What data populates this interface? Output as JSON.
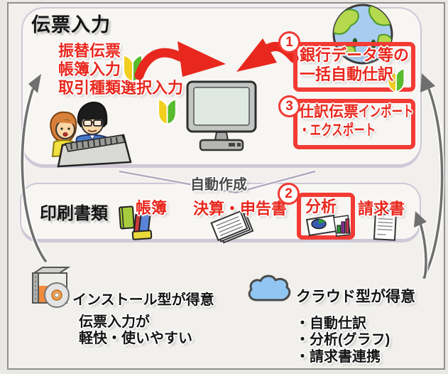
{
  "header": {
    "title": "伝票入力"
  },
  "manual_input": {
    "lines": [
      "振替伝票",
      "帳簿入力",
      "取引種類選択入力"
    ]
  },
  "auto_boxes": {
    "box1": {
      "number": "1",
      "line1": "銀行データ等の",
      "line2": "一括自動仕訳"
    },
    "box3": {
      "number": "3",
      "line1_main": "仕訳伝票",
      "line1_kata": "インポート",
      "line2": "・エクスポート"
    }
  },
  "funnel": {
    "label": "自動作成"
  },
  "print_row": {
    "heading": "印刷書類",
    "analysis_number": "2",
    "items": {
      "books": "帳簿",
      "statements": "決算・申告書",
      "analysis": "分析",
      "invoice": "請求書"
    }
  },
  "notes": {
    "install": {
      "heading": "インストール型が得意",
      "lines": [
        "伝票入力が",
        "軽快・使いやすい"
      ]
    },
    "cloud": {
      "heading": "クラウド型が得意",
      "bullets": [
        "・自動仕訳",
        "・分析(グラフ)",
        "・請求書連携"
      ]
    }
  },
  "colors": {
    "red_text": "#e8281e",
    "red_box_border": "#f23b34",
    "gray_arrow": "#6f6f6f",
    "container_border": "#cdc8d6",
    "cloud_blue": "#92c6f2",
    "wakaba_yellow": "#f2cf1e",
    "wakaba_green": "#58bc2e"
  },
  "icons": {
    "globe": "globe-face-icon",
    "beginner_mark": "wakaba-beginner-icon",
    "users": "two-users-keyboard-icon",
    "computer": "desktop-monitor-icon",
    "books": "ledger-books-icon",
    "documents": "report-documents-icon",
    "chart": "pie-bar-chart-icon",
    "invoice": "invoice-sheet-icon",
    "software": "software-package-cd-icon",
    "cloud": "cloud-icon"
  }
}
